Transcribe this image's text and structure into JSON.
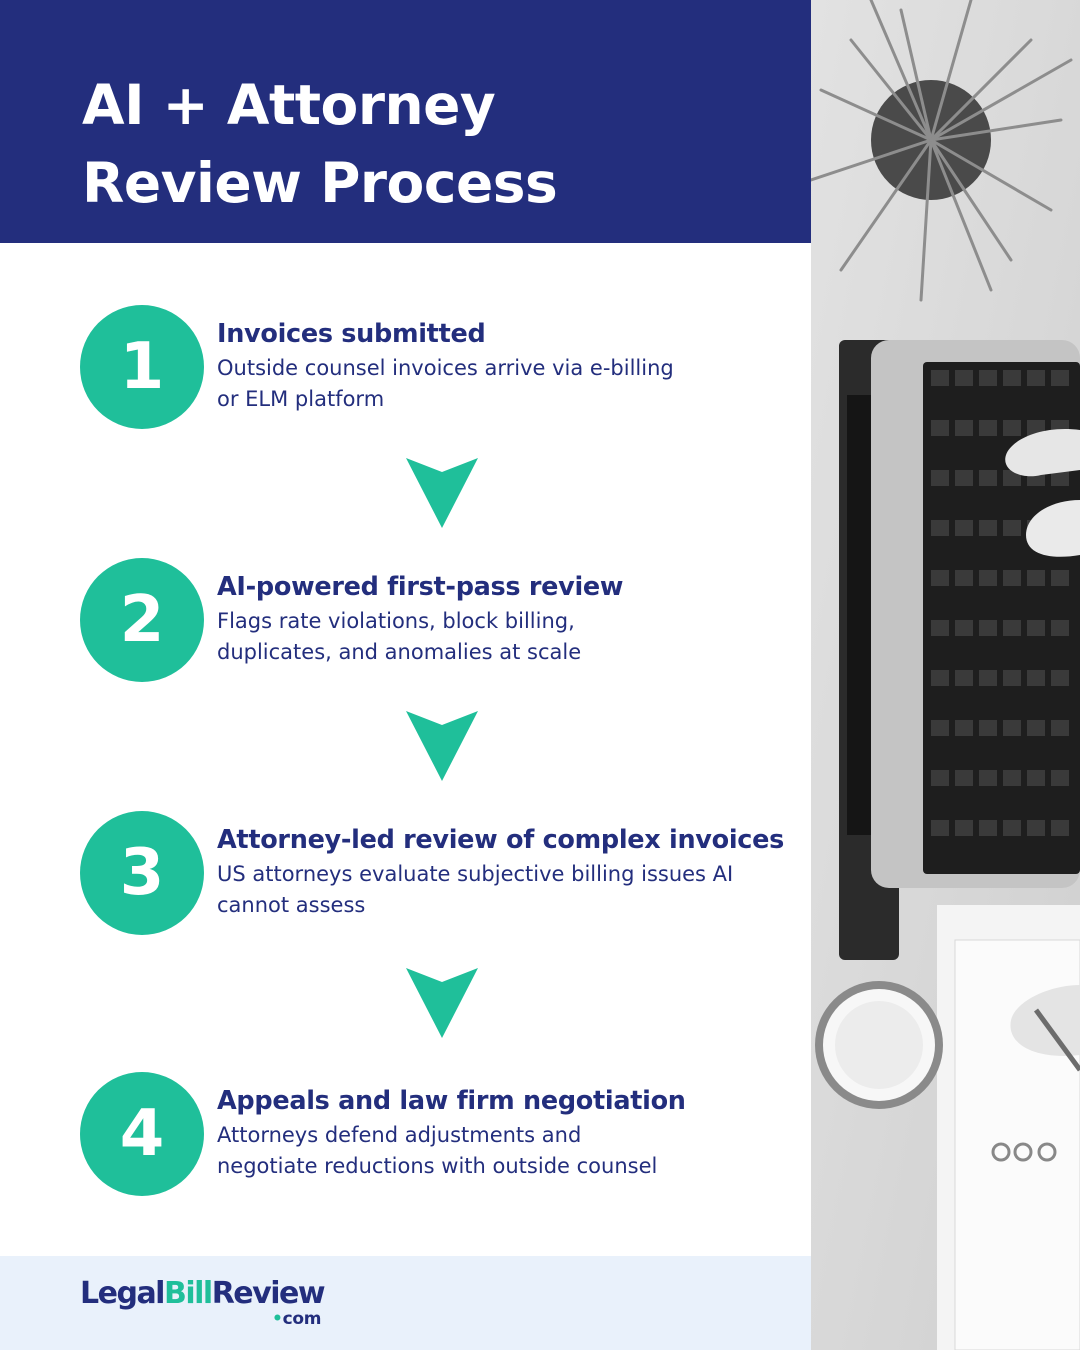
{
  "header": {
    "title_line1": "AI + Attorney",
    "title_line2": "Review Process"
  },
  "steps": [
    {
      "number": "1",
      "title": "Invoices submitted",
      "desc_line1": "Outside counsel invoices arrive via e-billing",
      "desc_line2": "or ELM platform"
    },
    {
      "number": "2",
      "title": "AI-powered first-pass review",
      "desc_line1": "Flags rate violations, block billing,",
      "desc_line2": "duplicates, and anomalies at scale"
    },
    {
      "number": "3",
      "title": "Attorney-led review of complex invoices",
      "desc_line1": "US attorneys evaluate subjective billing issues AI",
      "desc_line2": "cannot assess"
    },
    {
      "number": "4",
      "title": "Appeals and law firm negotiation",
      "desc_line1": "Attorneys defend adjustments and",
      "desc_line2": "negotiate reductions with outside counsel"
    }
  ],
  "footer": {
    "logo_part1": "Legal",
    "logo_part2": "Bill",
    "logo_part3": "Review",
    "logo_dot": "•",
    "logo_suffix": "com"
  },
  "colors": {
    "navy": "#232e7d",
    "teal": "#1fbf9a",
    "footer_bg": "#e9f1fb"
  }
}
